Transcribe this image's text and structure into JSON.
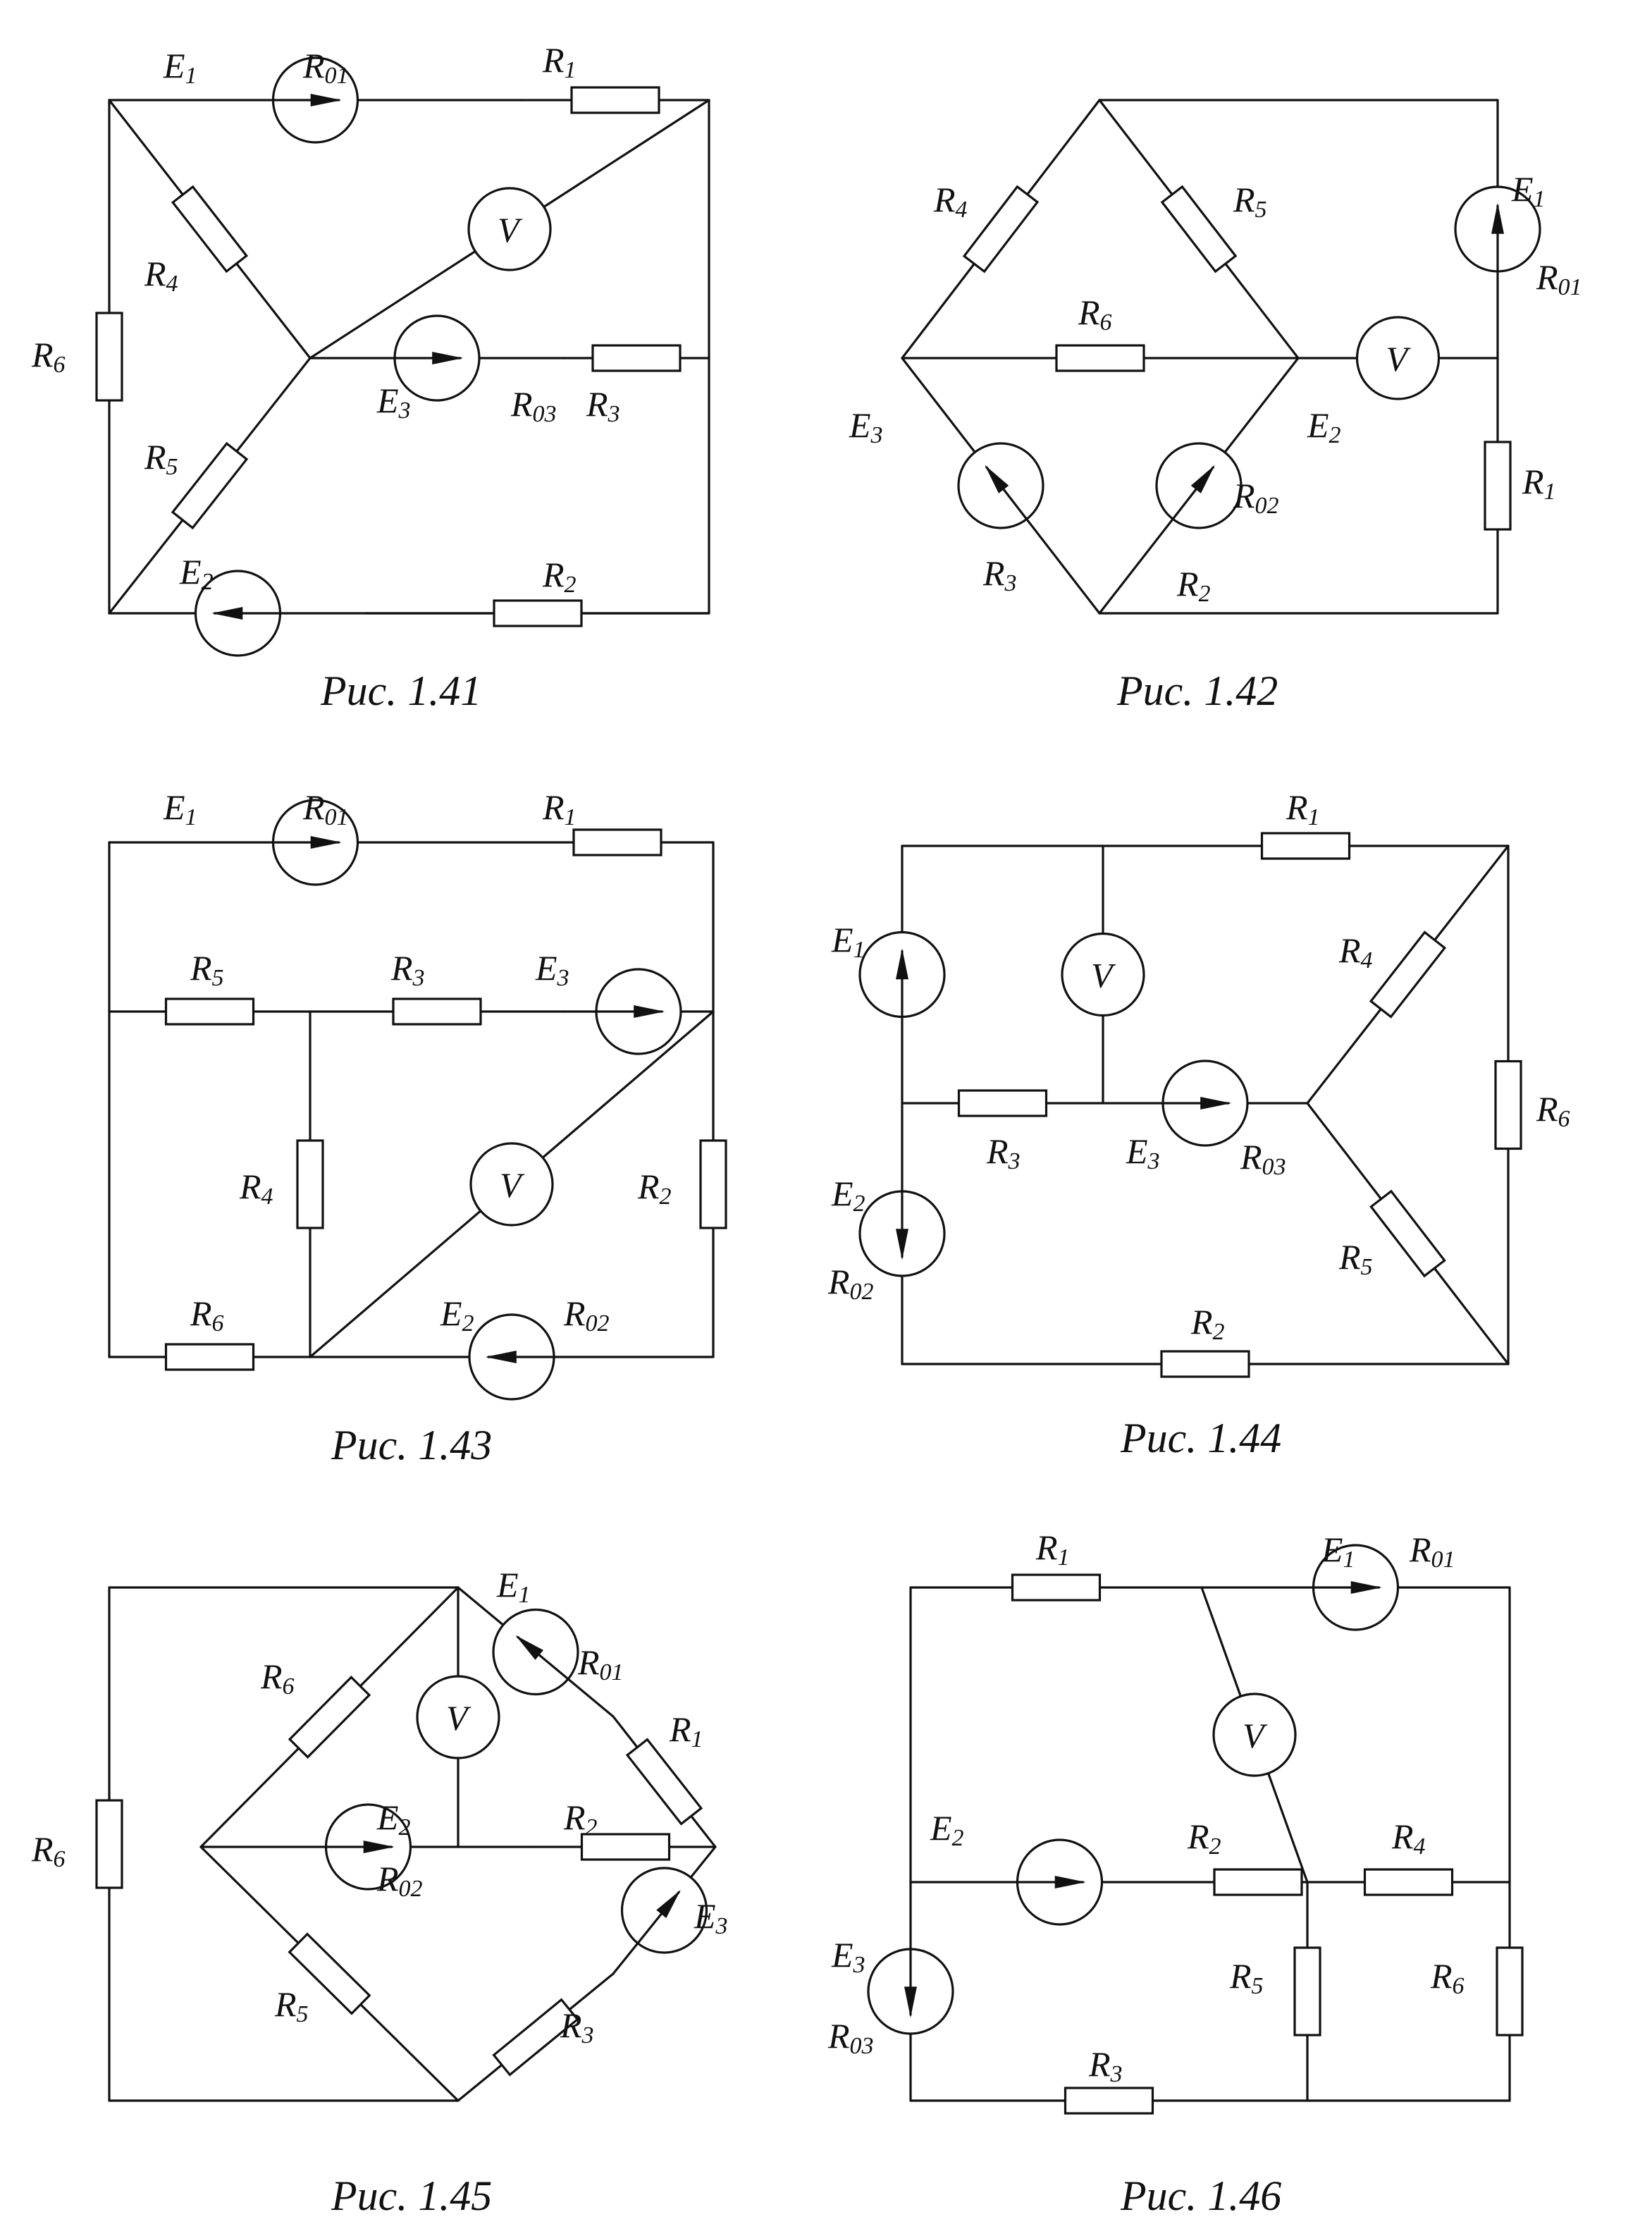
{
  "figures": [
    {
      "caption": "Рис. 1.41",
      "labels": {
        "E1": [
          "E",
          "1"
        ],
        "R01": [
          "R",
          "01"
        ],
        "R1": [
          "R",
          "1"
        ],
        "R4": [
          "R",
          "4"
        ],
        "R6": [
          "R",
          "6"
        ],
        "E3": [
          "E",
          "3"
        ],
        "R03": [
          "R",
          "03"
        ],
        "R3": [
          "R",
          "3"
        ],
        "R5": [
          "R",
          "5"
        ],
        "E2": [
          "E",
          "2"
        ],
        "R2": [
          "R",
          "2"
        ],
        "V": [
          "V",
          ""
        ]
      }
    },
    {
      "caption": "Рис. 1.42",
      "labels": {
        "R4": [
          "R",
          "4"
        ],
        "R5": [
          "R",
          "5"
        ],
        "E1": [
          "E",
          "1"
        ],
        "R01": [
          "R",
          "01"
        ],
        "R6": [
          "R",
          "6"
        ],
        "V": [
          "V",
          ""
        ],
        "E3": [
          "E",
          "3"
        ],
        "E2": [
          "E",
          "2"
        ],
        "R02": [
          "R",
          "02"
        ],
        "R1": [
          "R",
          "1"
        ],
        "R3": [
          "R",
          "3"
        ],
        "R2": [
          "R",
          "2"
        ]
      }
    },
    {
      "caption": "Рис. 1.43",
      "labels": {
        "E1": [
          "E",
          "1"
        ],
        "R01": [
          "R",
          "01"
        ],
        "R1": [
          "R",
          "1"
        ],
        "R5": [
          "R",
          "5"
        ],
        "R3": [
          "R",
          "3"
        ],
        "E3": [
          "E",
          "3"
        ],
        "R4": [
          "R",
          "4"
        ],
        "V": [
          "V",
          ""
        ],
        "R2": [
          "R",
          "2"
        ],
        "R6": [
          "R",
          "6"
        ],
        "E2": [
          "E",
          "2"
        ],
        "R02": [
          "R",
          "02"
        ]
      }
    },
    {
      "caption": "Рис. 1.44",
      "labels": {
        "R1": [
          "R",
          "1"
        ],
        "E1": [
          "E",
          "1"
        ],
        "V": [
          "V",
          ""
        ],
        "R4": [
          "R",
          "4"
        ],
        "R6": [
          "R",
          "6"
        ],
        "R3": [
          "R",
          "3"
        ],
        "E3": [
          "E",
          "3"
        ],
        "R03": [
          "R",
          "03"
        ],
        "E2": [
          "E",
          "2"
        ],
        "R02": [
          "R",
          "02"
        ],
        "R5": [
          "R",
          "5"
        ],
        "R2": [
          "R",
          "2"
        ]
      }
    },
    {
      "caption": "Рис. 1.45",
      "labels": {
        "E1": [
          "E",
          "1"
        ],
        "R01": [
          "R",
          "01"
        ],
        "R6i": [
          "R",
          "6"
        ],
        "V": [
          "V",
          ""
        ],
        "R1": [
          "R",
          "1"
        ],
        "R6": [
          "R",
          "6"
        ],
        "E2": [
          "E",
          "2"
        ],
        "R2": [
          "R",
          "2"
        ],
        "R02": [
          "R",
          "02"
        ],
        "E3": [
          "E",
          "3"
        ],
        "R5": [
          "R",
          "5"
        ],
        "R3": [
          "R",
          "3"
        ]
      }
    },
    {
      "caption": "Рис. 1.46",
      "labels": {
        "R1": [
          "R",
          "1"
        ],
        "E1": [
          "E",
          "1"
        ],
        "R01": [
          "R",
          "01"
        ],
        "V": [
          "V",
          ""
        ],
        "E2": [
          "E",
          "2"
        ],
        "R2": [
          "R",
          "2"
        ],
        "R4": [
          "R",
          "4"
        ],
        "E3": [
          "E",
          "3"
        ],
        "R03": [
          "R",
          "03"
        ],
        "R5": [
          "R",
          "5"
        ],
        "R6": [
          "R",
          "6"
        ],
        "R3": [
          "R",
          "3"
        ]
      }
    }
  ],
  "colors": {
    "ink": "#111111",
    "paper": "#ffffff"
  }
}
